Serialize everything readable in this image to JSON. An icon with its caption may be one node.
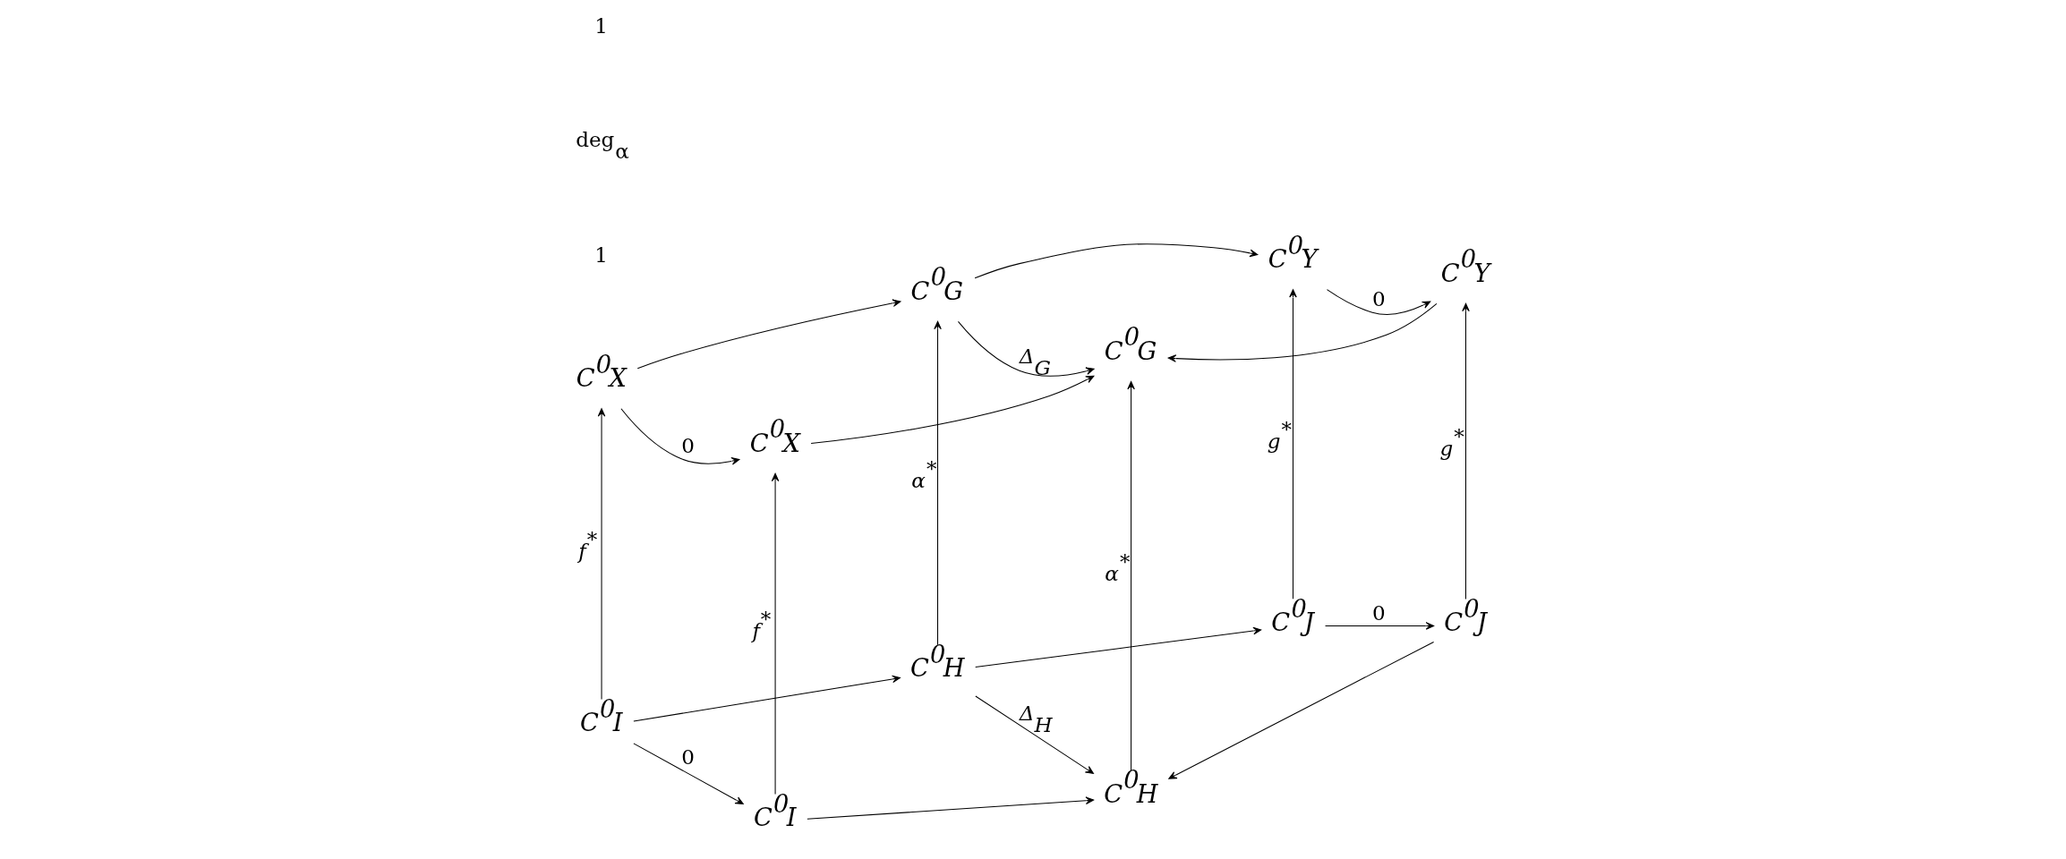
{
  "diagram": {
    "nodes": [
      {
        "text": [
          "C$^{0}$X"
        ]
      },
      {
        "text": [
          "C$^{0}$G"
        ]
      },
      {
        "text": [
          "C$^{0}$Y"
        ]
      },
      {
        "text": [
          "C$^{0}$I"
        ]
      },
      {
        "text": [
          "C$^{0}$H"
        ]
      },
      {
        "text": [
          "C$^{0}$J"
        ]
      },
      {
        "text": [
          "C$^{0}$X"
        ]
      },
      {
        "text": [
          "C$^{0}$G"
        ]
      },
      {
        "text": [
          "C$^{0}$Y"
        ]
      },
      {
        "text": [
          "C$^{0}$I"
        ]
      },
      {
        "text": [
          "C$^{0}$H"
        ]
      },
      {
        "text": [
          "C$^{0}$J"
        ]
      }
    ],
    "edges": [
      {
        "from": 0,
        "to": 1,
        "arrow": "to"
      },
      {
        "from": 1,
        "to": 2,
        "arrow": "to"
      },
      {
        "from": 3,
        "to": 0,
        "arrow": "to",
        "label": "f$^{*}$"
      },
      {
        "from": 0,
        "to": 6,
        "arrow": "to",
        "label": "0"
      },
      {
        "from": 4,
        "to": 1,
        "arrow": "to",
        "label": "α$^{*}$"
      },
      {
        "from": 1,
        "to": 7,
        "arrow": "to",
        "label": "Δ$_{G}$"
      },
      {
        "from": 5,
        "to": 2,
        "arrow": "to",
        "label": "g$^{*}$"
      },
      {
        "from": 2,
        "to": 8,
        "arrow": "to",
        "label": "0"
      },
      {
        "from": 3,
        "to": 4,
        "arrow": "to"
      },
      {
        "from": 4,
        "to": 5,
        "arrow": "to"
      },
      {
        "from": 3,
        "to": 9,
        "arrow": "to",
        "label": "0"
      },
      {
        "from": 4,
        "to": 10,
        "arrow": "to",
        "label": "Δ$_{H}$"
      },
      {
        "from": 5,
        "to": 11,
        "arrow": "to",
        "label": "0"
      },
      {
        "from": 6,
        "to": 7,
        "arrow": "to"
      },
      {
        "from": 8,
        "to": 7,
        "arrow": "to"
      },
      {
        "from": 9,
        "to": 6,
        "arrow": "to",
        "label": "f$^{*}$"
      },
      {
        "from": 10,
        "to": 7,
        "arrow": "to",
        "label": "α$^{*}$"
      },
      {
        "from": 11,
        "to": 8,
        "arrow": "to",
        "label": "g$^{*}$"
      },
      {
        "from": 9,
        "to": 10,
        "arrow": "to"
      },
      {
        "from": 11,
        "to": 10,
        "arrow": "to"
      }
    ],
    "labels": [
      "1",
      "deg$_{α}$",
      "1"
    ]
  }
}
